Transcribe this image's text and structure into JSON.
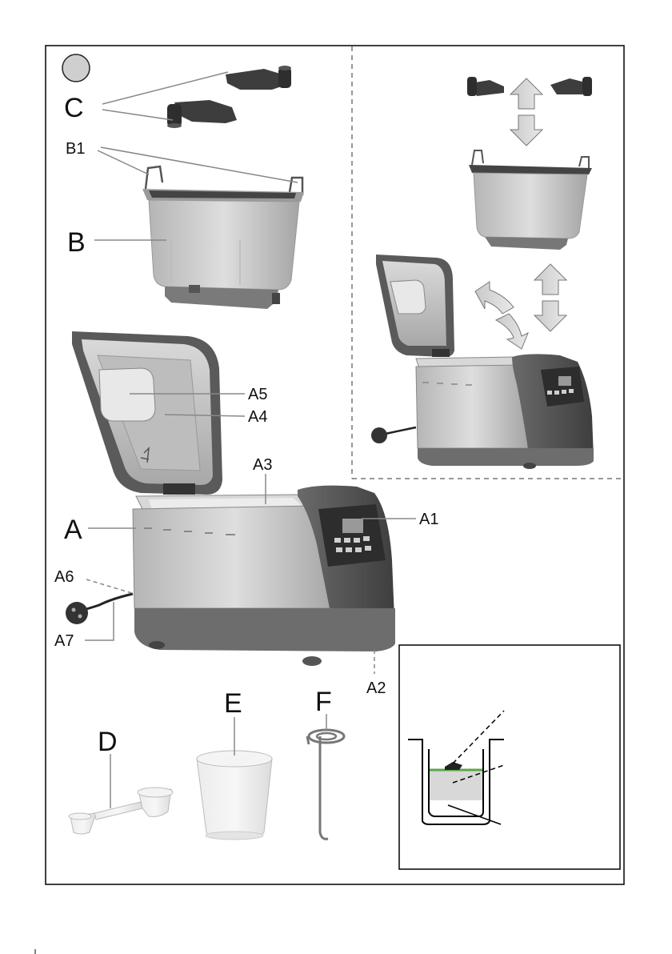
{
  "labels": {
    "C": "C",
    "B1": "B1",
    "B": "B",
    "A": "A",
    "A1": "A1",
    "A2": "A2",
    "A3": "A3",
    "A4": "A4",
    "A5": "A5",
    "A6": "A6",
    "A7": "A7",
    "D": "D",
    "E": "E",
    "F": "F"
  },
  "colors": {
    "frame": "#000000",
    "metal_light": "#c8c8c8",
    "metal_mid": "#a9a9a9",
    "dark_body": "#555555",
    "plastic": "#e6e6e6",
    "dough_line": "#5aa64a",
    "marker_fill": "#cfcfcf"
  }
}
